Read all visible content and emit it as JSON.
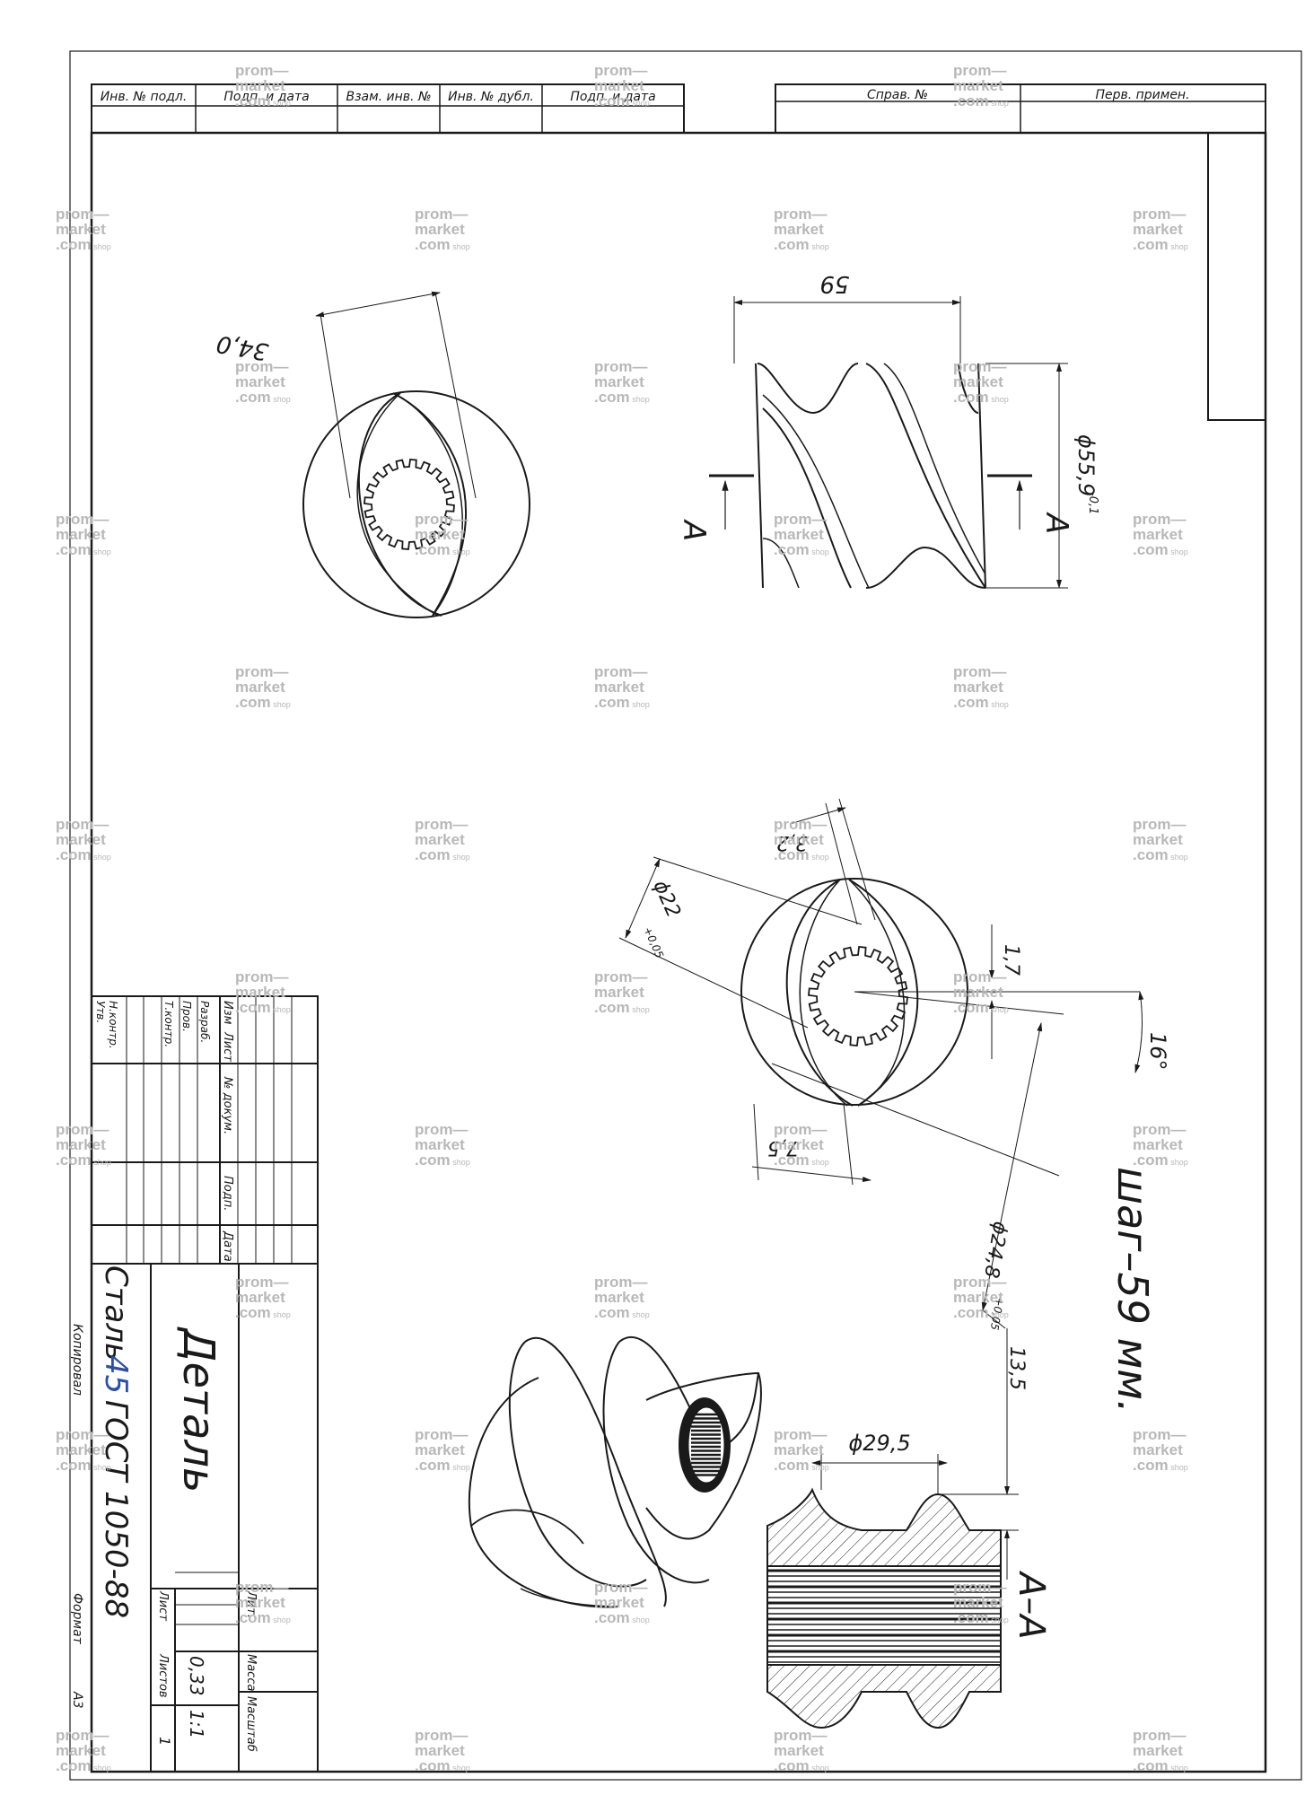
{
  "top_stamp": {
    "cells": [
      "Инв. № подл.",
      "Подп. и дата",
      "Взам. инв. №",
      "Инв. № дубл.",
      "Подп. и дата"
    ],
    "right_cells": [
      "Справ. №",
      "Перв. примен."
    ]
  },
  "dimensions": {
    "d34": "34,0",
    "d59": "59",
    "d55": "ϕ55,9",
    "d55_tol": "-0,1",
    "section_mark": "А",
    "d32": "3,2",
    "d22": "ϕ22",
    "d22_tol": "+0,05",
    "d17": "1,7",
    "angle16": "16°",
    "d75": "7,5",
    "d248": "ϕ24,8",
    "d248_tol": "+0,05",
    "d135": "13,5",
    "d295": "ϕ29,5",
    "section_label": "А–А",
    "pitch_note": "шаг–59 мм."
  },
  "title_block": {
    "name": "Деталь",
    "material_prefix": "Сталь",
    "material_grade": "45",
    "material_std": "ГОСТ 1050-88",
    "rev_headers": [
      "Изм",
      "Лист",
      "№ докум.",
      "Подп.",
      "Дата"
    ],
    "roles": [
      "Разраб.",
      "Пров.",
      "Т.контр.",
      "Н.контр.",
      "Утв."
    ],
    "lit_label": "Лит.",
    "mass_label": "Масса",
    "scale_label": "Масштаб",
    "mass": "0,33",
    "scale": "1:1",
    "sheet_label": "Лист",
    "sheets_label": "Листов",
    "sheets": "1",
    "copied": "Копировал",
    "format_label": "Формат",
    "format": "А3"
  },
  "watermark": {
    "l1": "prom—",
    "l2": "market",
    "l3": ".com",
    "l4": "shop"
  },
  "colors": {
    "ink": "#1a1a1a",
    "grade_ink": "#2a4fa8",
    "watermark": "#b8b8b8"
  }
}
